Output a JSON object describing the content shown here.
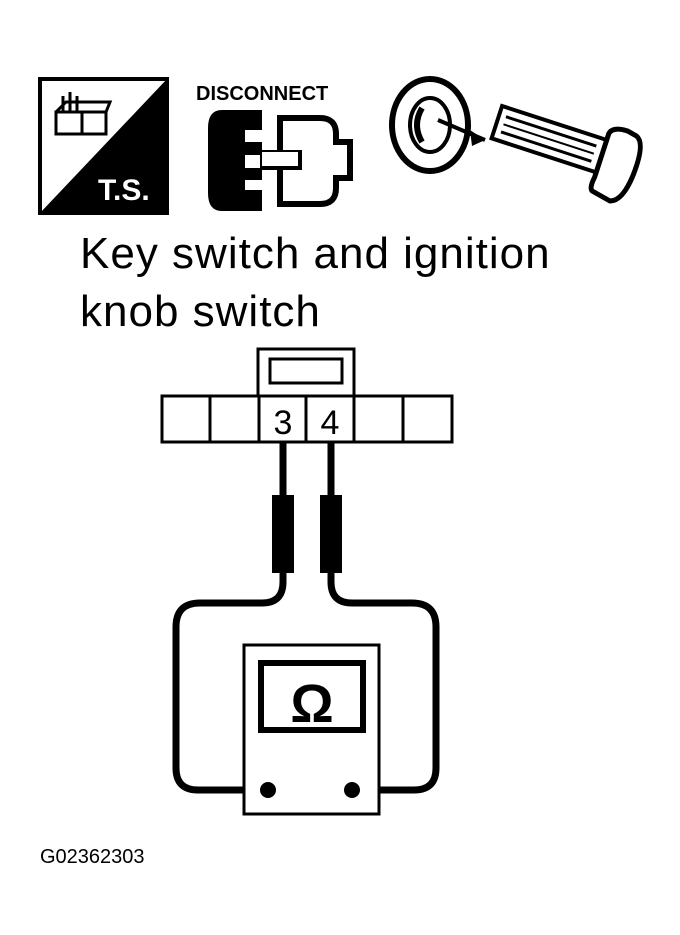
{
  "icons": {
    "ts_label": "T.S.",
    "disconnect_label": "DISCONNECT"
  },
  "title": {
    "line1": "Key switch and ignition",
    "line2": "knob switch"
  },
  "connector": {
    "pins": [
      "",
      "",
      "3",
      "4",
      "",
      ""
    ]
  },
  "meter": {
    "symbol": "Ω"
  },
  "figure_code": "G02362303"
}
